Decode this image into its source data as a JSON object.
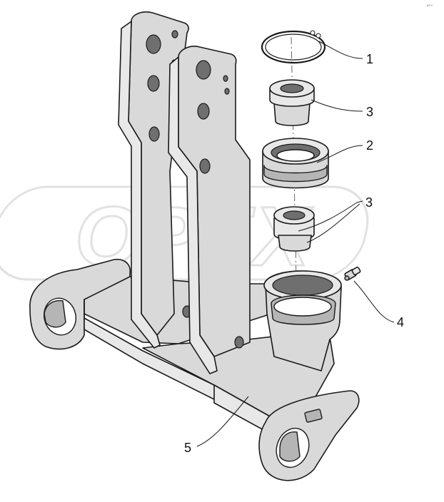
{
  "diagram": {
    "watermark": "OPEX",
    "corner_mark": "⌐-",
    "callouts": [
      {
        "id": "retaining-ring",
        "number": "1"
      },
      {
        "id": "bushing-upper",
        "number": "3"
      },
      {
        "id": "bearing-cup",
        "number": "2"
      },
      {
        "id": "bushing-lower",
        "number": "3"
      },
      {
        "id": "grease-fitting",
        "number": "4"
      },
      {
        "id": "bracket-body",
        "number": "5"
      }
    ]
  }
}
